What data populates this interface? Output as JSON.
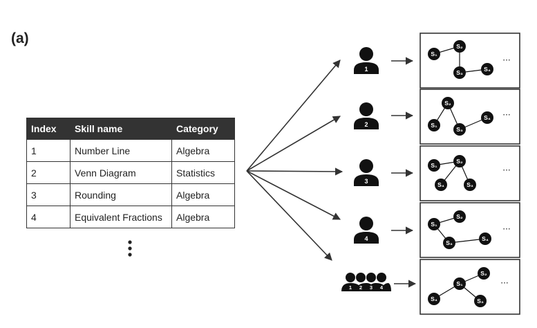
{
  "panel_label": "(a)",
  "table": {
    "headers": [
      "Index",
      "Skill name",
      "Category"
    ],
    "rows": [
      [
        "1",
        "Number Line",
        "Algebra"
      ],
      [
        "2",
        "Venn Diagram",
        "Statistics"
      ],
      [
        "3",
        "Rounding",
        "Algebra"
      ],
      [
        "4",
        "Equivalent Fractions",
        "Algebra"
      ]
    ]
  },
  "students": [
    {
      "label": "1"
    },
    {
      "label": "2"
    },
    {
      "label": "3"
    },
    {
      "label": "4"
    }
  ],
  "group_labels": [
    "1",
    "2",
    "3",
    "4"
  ],
  "graph_node_labels": {
    "s1": "S₁",
    "s2": "S₂",
    "s3": "S₃",
    "s4": "S₄"
  },
  "ellipsis": "···",
  "colors": {
    "ink": "#111111",
    "header_bg": "#333333",
    "arrow": "#333333"
  },
  "icons": {
    "more": "vertical-ellipsis-icon",
    "student": "person-icon",
    "group": "group-icon"
  }
}
